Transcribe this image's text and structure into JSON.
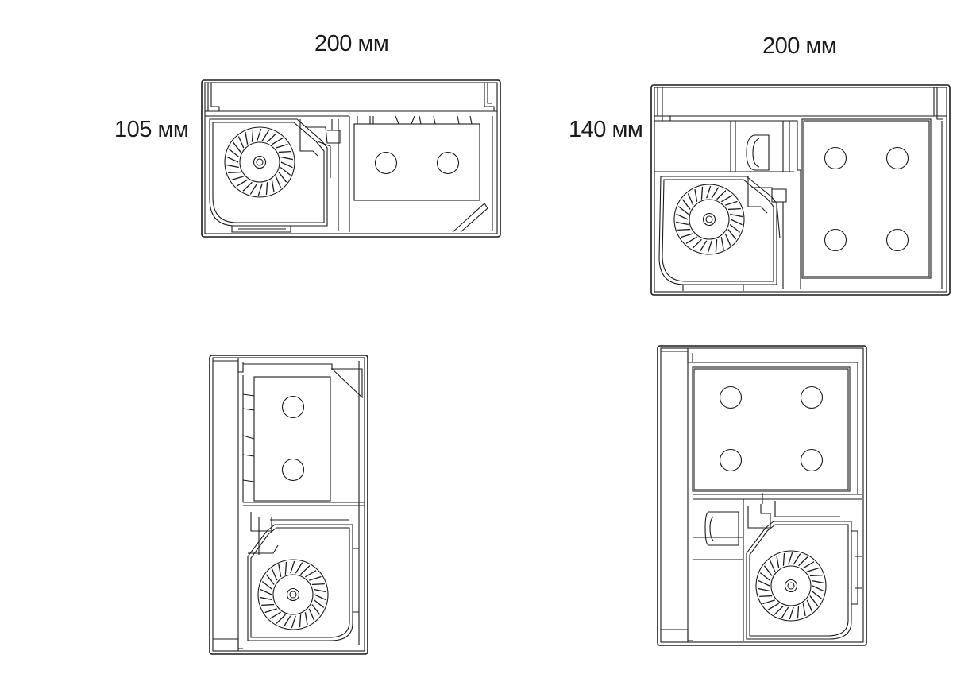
{
  "labels": {
    "top_left_width": "200 мм",
    "top_left_height": "105 мм",
    "top_right_width": "200 мм",
    "top_right_height": "140 мм"
  },
  "colors": {
    "line": "#1a1a1a",
    "background": "#ffffff"
  }
}
